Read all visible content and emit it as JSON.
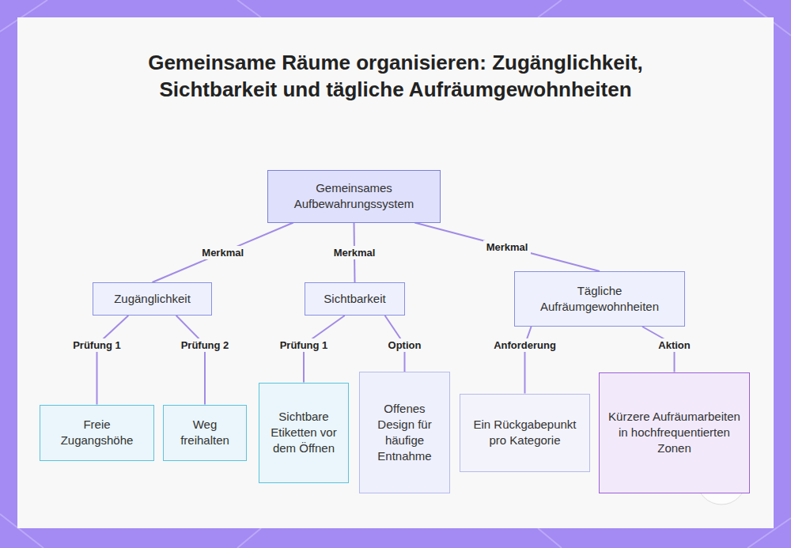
{
  "diagram": {
    "title": "Gemeinsame Räume organisieren: Zugänglichkeit, Sichtbarkeit und tägliche Aufräumgewohnheiten",
    "nodes": [
      {
        "text": [
          "Gemeinsames Aufbewahrungssystem"
        ]
      },
      {
        "text": [
          "Zugänglichkeit"
        ]
      },
      {
        "text": [
          "Sichtbarkeit"
        ]
      },
      {
        "text": [
          "Tägliche Aufräumgewohnheiten"
        ]
      },
      {
        "text": [
          "Freie Zugangshöhe"
        ]
      },
      {
        "text": [
          "Weg freihalten"
        ]
      },
      {
        "text": [
          "Sichtbare Etiketten vor dem Öffnen"
        ]
      },
      {
        "text": [
          "Offenes Design für häufige Entnahme"
        ]
      },
      {
        "text": [
          "Ein Rückgabepunkt pro Kategorie"
        ]
      },
      {
        "text": [
          "Kürzere Aufräumarbeiten in hochfrequentierten Zonen"
        ]
      }
    ],
    "edges": [
      {
        "from": 0,
        "to": 1,
        "label": "Merkmal",
        "arrow": "none"
      },
      {
        "from": 0,
        "to": 2,
        "label": "Merkmal",
        "arrow": "none"
      },
      {
        "from": 0,
        "to": 3,
        "label": "Merkmal",
        "arrow": "none"
      },
      {
        "from": 1,
        "to": 4,
        "label": "Prüfung 1",
        "arrow": "none"
      },
      {
        "from": 1,
        "to": 5,
        "label": "Prüfung 2",
        "arrow": "none"
      },
      {
        "from": 2,
        "to": 6,
        "label": "Prüfung 1",
        "arrow": "none"
      },
      {
        "from": 2,
        "to": 7,
        "label": "Option",
        "arrow": "none"
      },
      {
        "from": 3,
        "to": 8,
        "label": "Anforderung",
        "arrow": "none"
      },
      {
        "from": 3,
        "to": 9,
        "label": "Aktion",
        "arrow": "none"
      }
    ]
  }
}
